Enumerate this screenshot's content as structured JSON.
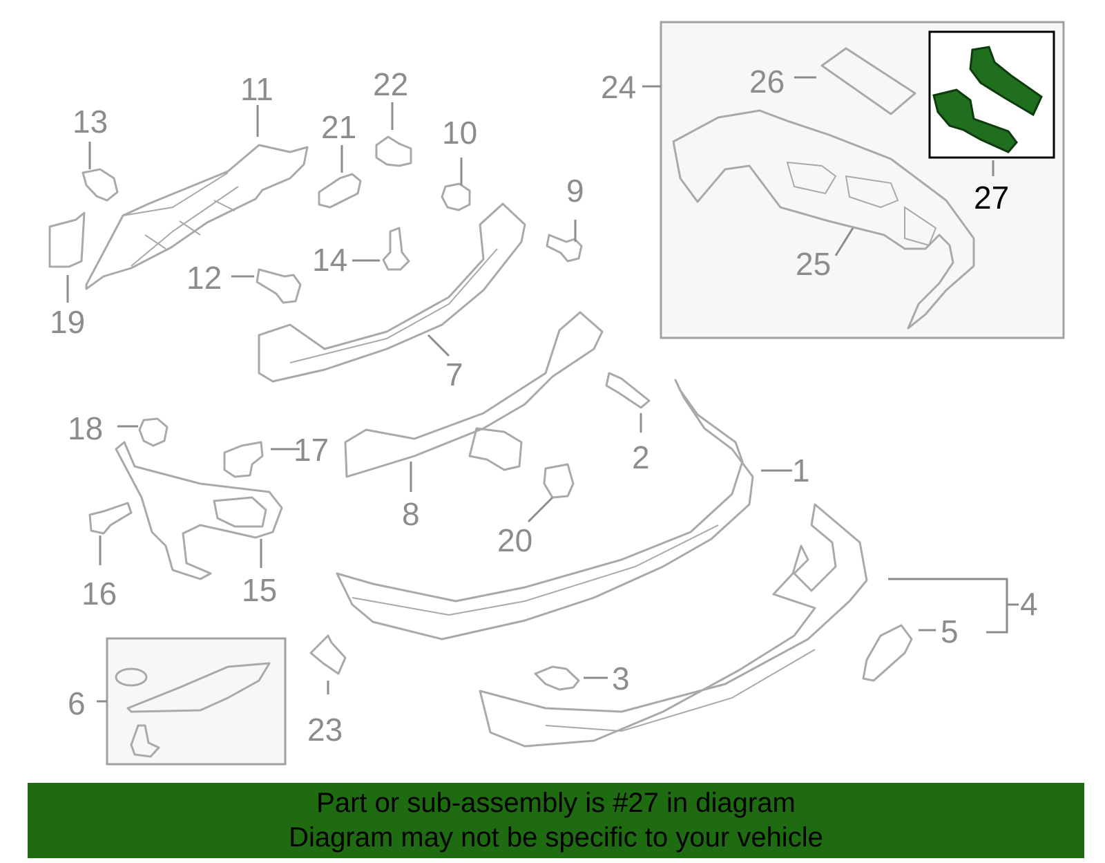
{
  "callouts": {
    "c1": "1",
    "c2": "2",
    "c3": "3",
    "c4": "4",
    "c5": "5",
    "c6": "6",
    "c7": "7",
    "c8": "8",
    "c9": "9",
    "c10": "10",
    "c11": "11",
    "c12": "12",
    "c13": "13",
    "c14": "14",
    "c15": "15",
    "c16": "16",
    "c17": "17",
    "c18": "18",
    "c19": "19",
    "c20": "20",
    "c21": "21",
    "c22": "22",
    "c23": "23",
    "c24": "24",
    "c25": "25",
    "c26": "26",
    "c27": "27"
  },
  "highlighted_part": "27",
  "colors": {
    "highlight": "#1f6f1f",
    "banner_bg": "#1e6b12",
    "line": "#a9a9a9"
  },
  "banner": {
    "line1": "Part or sub-assembly is #27 in diagram",
    "line2": "Diagram may not be specific to your vehicle"
  }
}
